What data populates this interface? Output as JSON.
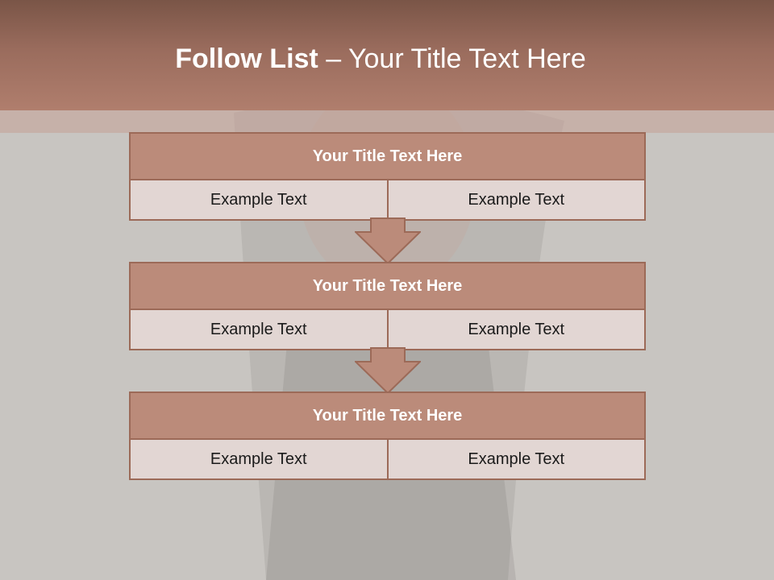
{
  "title": {
    "bold": "Follow List",
    "rest": " – Your Title Text Here"
  },
  "blocks": [
    {
      "title": "Your Title Text Here",
      "left": "Example Text",
      "right": "Example Text"
    },
    {
      "title": "Your Title Text Here",
      "left": "Example Text",
      "right": "Example Text"
    },
    {
      "title": "Your Title Text Here",
      "left": "Example Text",
      "right": "Example Text"
    }
  ],
  "colors": {
    "header": "#a77868",
    "block_title": "#bb8b7a",
    "block_cell": "#e2d6d3",
    "border": "#9c6a58",
    "background": "#c8c5c1"
  }
}
